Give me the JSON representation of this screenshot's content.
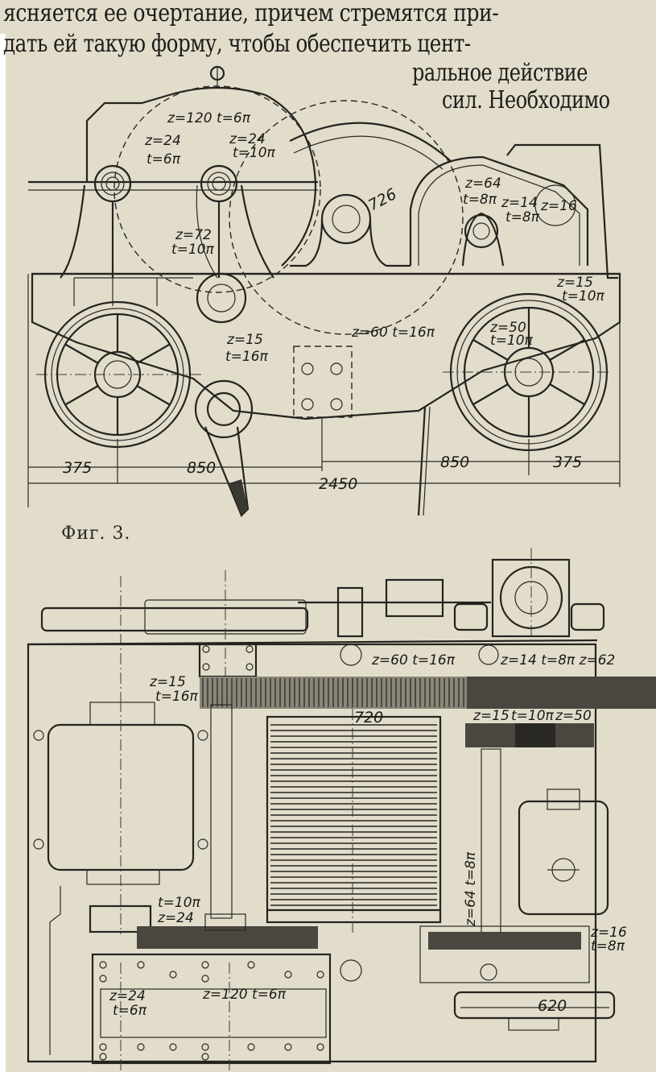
{
  "document": {
    "text_lines": [
      "ясняется ее очертание, причем стремятся при-",
      "дать ей такую форму, чтобы обеспечить цент-",
      "ральное действие",
      "сил. Необходимо"
    ],
    "figure_caption": "Фиг. 3."
  },
  "figure_top": {
    "labels": {
      "z120_t6": "z=120 t=6π",
      "z24_t6_z": "z=24",
      "z24_t6_t": "t=6π",
      "z24_t10_z": "z=24",
      "z24_t10_t": "t=10π",
      "z72_z": "z=72",
      "z72_t": "t=10π",
      "z15_t16_z": "z=15",
      "z15_t16_t": "t=16π",
      "z60_t16": "z=60 t=16π",
      "d726": "726",
      "z64_z": "z=64",
      "z64_t": "t=8π",
      "z14_z": "z=14",
      "z14_t": "t=8π",
      "z16": "z=16",
      "z15_t10_z": "z=15",
      "z15_t10_t": "t=10π",
      "z50_z": "z=50",
      "z50_t": "t=10π"
    },
    "dimensions": {
      "left_375": "375",
      "left_850": "850",
      "total_2450": "2450",
      "right_850": "850",
      "right_375": "375"
    }
  },
  "figure_bottom": {
    "labels": {
      "z15_t16_z": "z=15",
      "z15_t16_t": "t=16π",
      "z60_t16": "z=60 t=16π",
      "z14_t8_z62": "z=14 t=8π z=62",
      "d720": "720",
      "z15": "z=15",
      "t10": "t=10π",
      "z50": "z=50",
      "t10_z24_t": "t=10π",
      "t10_z24_z": "z=24",
      "z64_t8": "z=64 t=8π",
      "z16_z": "z=16",
      "z16_t": "t=8π",
      "z24_t6_z": "z=24",
      "z24_t6_t": "t=6π",
      "z120_t6": "z=120 t=6π",
      "d620": "620"
    }
  }
}
